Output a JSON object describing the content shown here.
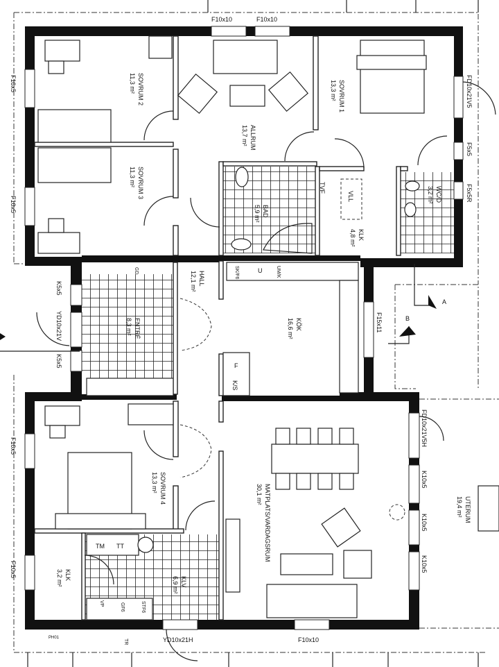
{
  "rooms": {
    "sovrum2": {
      "name": "SOVRUM 2",
      "area": "11,3 m²"
    },
    "sovrum3": {
      "name": "SOVRUM 3",
      "area": "11,3 m²"
    },
    "allrum": {
      "name": "ALLRUM",
      "area": "13,7 m²"
    },
    "sovrum1": {
      "name": "SOVRUM 1",
      "area": "13,3 m²"
    },
    "bad": {
      "name": "BAD",
      "area": "5,9 m²"
    },
    "klk1": {
      "name": "KLK",
      "area": "4,8 m²"
    },
    "wc": {
      "name": "WC/D",
      "area": "3,2 m²"
    },
    "entre": {
      "name": "ENTRÉ",
      "area": "8,3 m²"
    },
    "hall": {
      "name": "HALL",
      "area": "12,1 m²"
    },
    "kok": {
      "name": "KÖK",
      "area": "16,6 m²"
    },
    "sovrum4": {
      "name": "SOVRUM 4",
      "area": "13,3 m²"
    },
    "klk2": {
      "name": "KLK",
      "area": "3,2 m²"
    },
    "klv": {
      "name": "KLV",
      "area": "6,9 m²"
    },
    "vardagsrum": {
      "name": "MATPLATS/VARDAGSRUM",
      "area": "30,1 m²"
    },
    "uterum": {
      "name": "UTERUM",
      "area": "19,4 m²"
    }
  },
  "openings": {
    "top_left": "F10x10",
    "top_right": "F10x10",
    "left_upper1": "F10x5",
    "left_upper2": "F10x5",
    "left_lower1": "F10x5",
    "left_lower2": "F10x5",
    "right_door": "FD10x21V5",
    "right_win1": "F5x5",
    "right_win2": "F5x5R",
    "kitchen_win": "F15x11",
    "entry_win1": "K5x5",
    "entry_door": "YD10x21V",
    "entry_win2": "K5x5",
    "living_door": "FD10x21V5H",
    "living_win1": "K10x5",
    "living_win2": "K10x5",
    "living_win3": "K10x5",
    "bottom_door": "YD10x21H",
    "bottom_win": "F10x10",
    "bottom_left": "PH01",
    "bottom_tr": "TR"
  },
  "fixtures": {
    "tvf": "TVF",
    "vll": "VLL",
    "sk": "SK/F6",
    "u": "U",
    "um": "UM/K",
    "f": "F",
    "ks": "K/S",
    "tm": "TM",
    "tt": "TT",
    "vp": "VP",
    "gf": "GF6",
    "stf": "STF6",
    "ent_label": "GD"
  },
  "sections": {
    "a": "A",
    "b": "B"
  }
}
